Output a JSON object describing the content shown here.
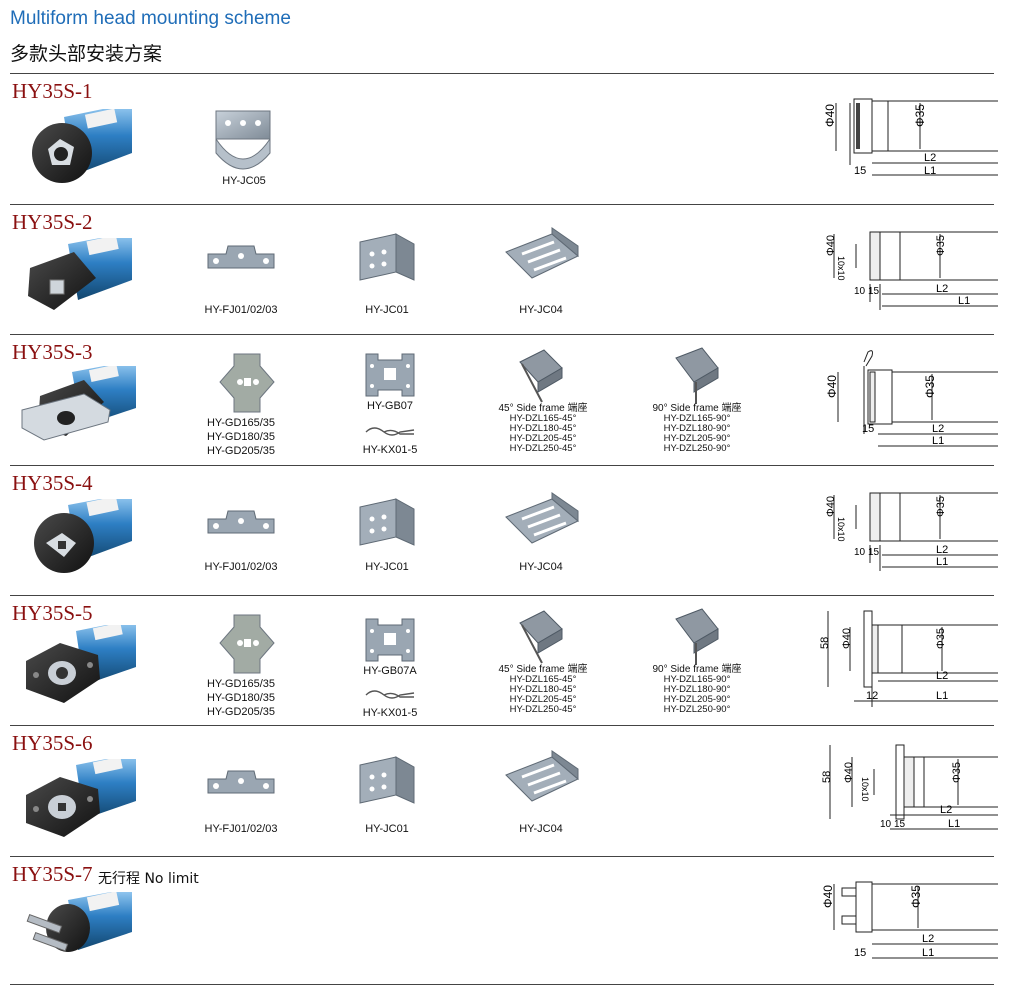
{
  "header": {
    "title_en": "Multiform head mounting scheme",
    "title_cn": "多款头部安装方案"
  },
  "rows": [
    {
      "model": "HY35S-1",
      "parts": [
        {
          "label": "HY-JC05"
        }
      ],
      "drawing": {
        "outer": "Φ40",
        "inner": "Φ35",
        "l2": "L2",
        "l1": "L1",
        "dim_a": "15"
      }
    },
    {
      "model": "HY35S-2",
      "parts": [
        {
          "label": "HY-FJ01/02/03"
        },
        {
          "label": "HY-JC01"
        },
        {
          "label": "HY-JC04"
        }
      ],
      "drawing": {
        "outer": "Φ40",
        "inner": "Φ35",
        "square": "10x10",
        "l2": "L2",
        "l1": "L1",
        "dim_a": "10",
        "dim_b": "15"
      }
    },
    {
      "model": "HY35S-3",
      "parts": [
        {
          "lines": [
            "HY-GD165/35",
            "HY-GD180/35",
            "HY-GD205/35"
          ]
        },
        {
          "label": "HY-GB07",
          "label2": "HY-KX01-5"
        },
        {
          "heading": "45° Side frame 端座",
          "lines": [
            "HY-DZL165-45°",
            "HY-DZL180-45°",
            "HY-DZL205-45°",
            "HY-DZL250-45°"
          ]
        },
        {
          "heading": "90° Side frame 端座",
          "lines": [
            "HY-DZL165-90°",
            "HY-DZL180-90°",
            "HY-DZL205-90°",
            "HY-DZL250-90°"
          ]
        }
      ],
      "drawing": {
        "outer": "Φ40",
        "inner": "Φ35",
        "l2": "L2",
        "l1": "L1",
        "dim_a": "15"
      }
    },
    {
      "model": "HY35S-4",
      "parts": [
        {
          "label": "HY-FJ01/02/03"
        },
        {
          "label": "HY-JC01"
        },
        {
          "label": "HY-JC04"
        }
      ],
      "drawing": {
        "outer": "Φ40",
        "inner": "Φ35",
        "square": "10x10",
        "l2": "L2",
        "l1": "L1",
        "dim_a": "10",
        "dim_b": "15"
      }
    },
    {
      "model": "HY35S-5",
      "parts": [
        {
          "lines": [
            "HY-GD165/35",
            "HY-GD180/35",
            "HY-GD205/35"
          ]
        },
        {
          "label": "HY-GB07A",
          "label2": "HY-KX01-5"
        },
        {
          "heading": "45° Side frame 端座",
          "lines": [
            "HY-DZL165-45°",
            "HY-DZL180-45°",
            "HY-DZL205-45°",
            "HY-DZL250-45°"
          ]
        },
        {
          "heading": "90° Side frame 端座",
          "lines": [
            "HY-DZL165-90°",
            "HY-DZL180-90°",
            "HY-DZL205-90°",
            "HY-DZL250-90°"
          ]
        }
      ],
      "drawing": {
        "outer": "Φ40",
        "inner": "Φ35",
        "flange": "58",
        "l2": "L2",
        "l1": "L1",
        "dim_a": "12"
      }
    },
    {
      "model": "HY35S-6",
      "parts": [
        {
          "label": "HY-FJ01/02/03"
        },
        {
          "label": "HY-JC01"
        },
        {
          "label": "HY-JC04"
        }
      ],
      "drawing": {
        "outer": "Φ40",
        "inner": "Φ35",
        "flange": "58",
        "square": "10x10",
        "l2": "L2",
        "l1": "L1",
        "dim_a": "10",
        "dim_b": "15"
      }
    },
    {
      "model": "HY35S-7",
      "note": "无行程 No limit",
      "parts": [],
      "drawing": {
        "outer": "Φ40",
        "inner": "Φ35",
        "l2": "L2",
        "l1": "L1",
        "dim_a": "15"
      }
    }
  ],
  "colors": {
    "title_blue": "#1f6db8",
    "model_red": "#8a1010",
    "motor_blue": "#2e7fc4",
    "bracket_grey": "#9aa6b2"
  }
}
